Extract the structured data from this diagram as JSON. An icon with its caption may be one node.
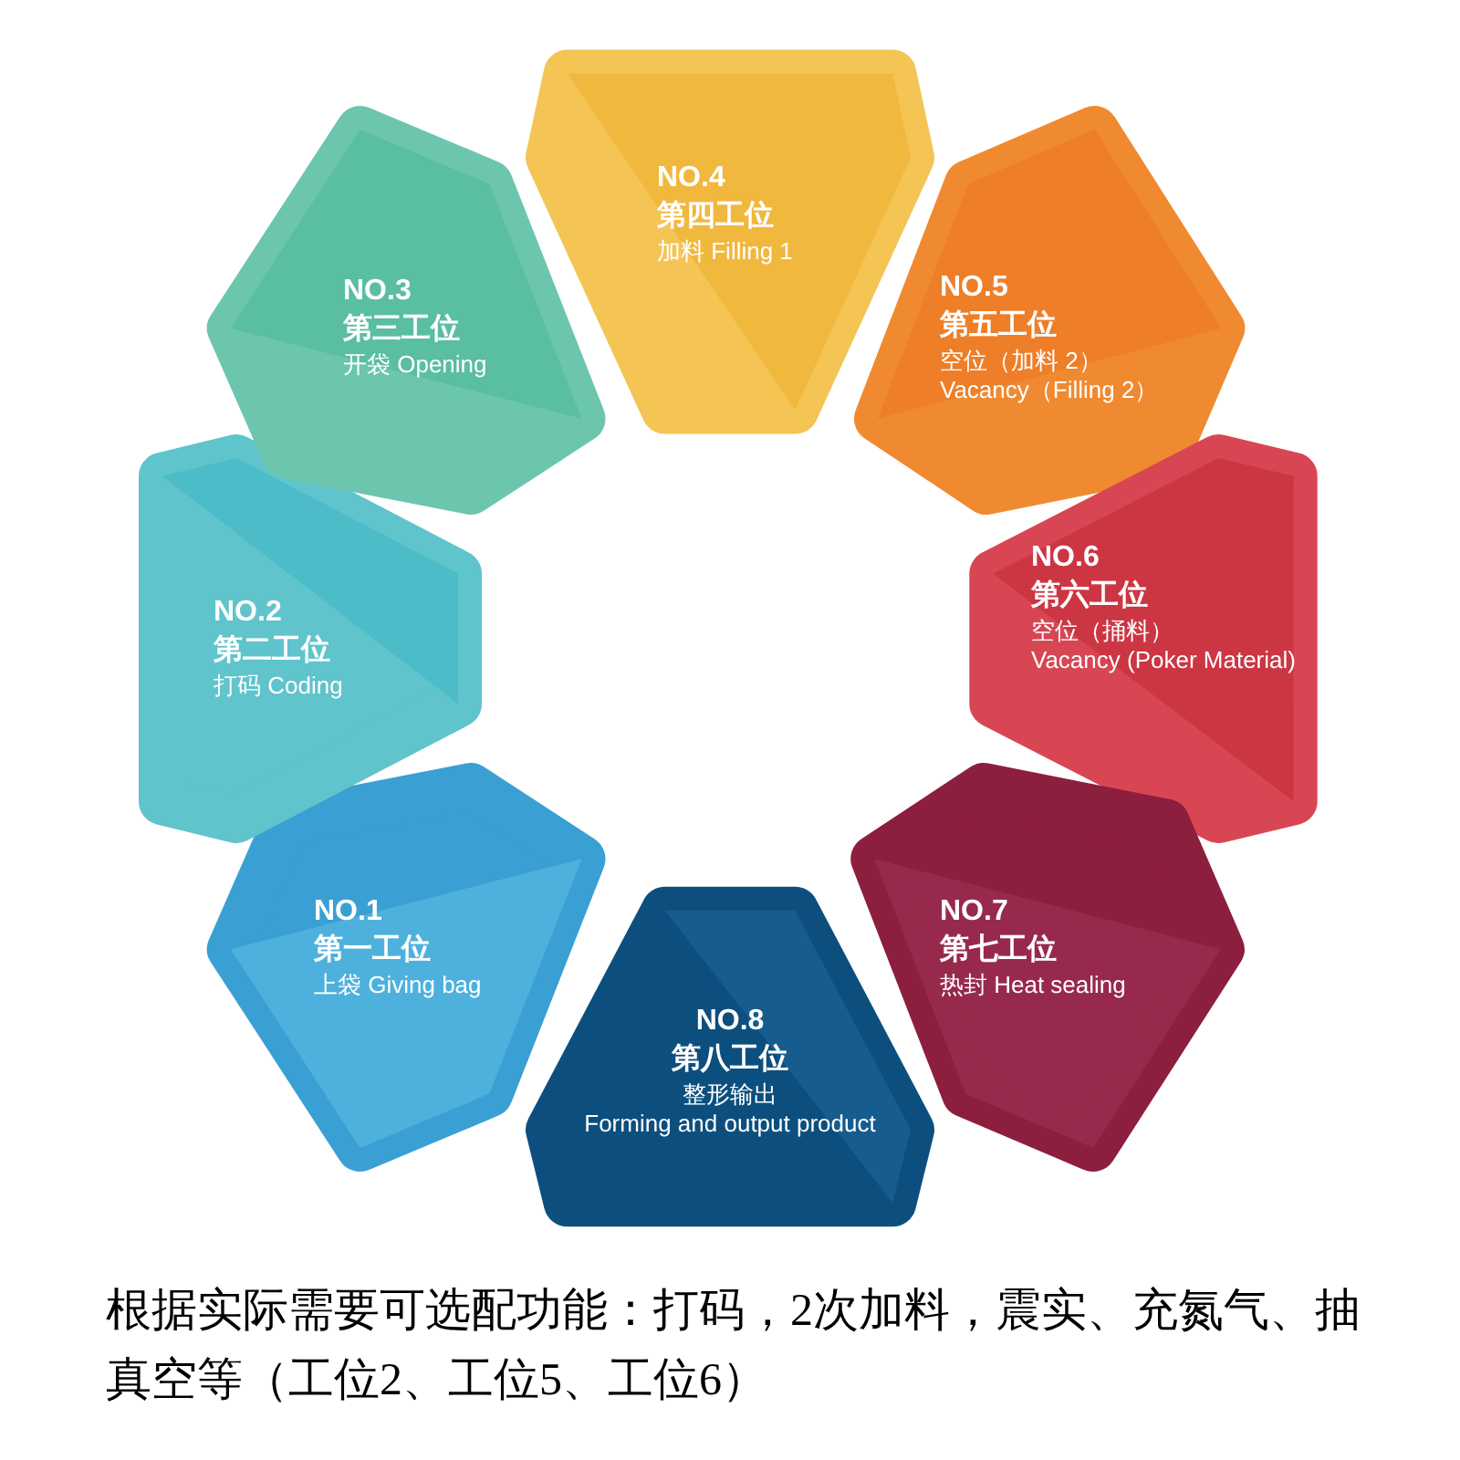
{
  "diagram": {
    "nodes": [
      {
        "text": [
          "NO.1",
          "第一工位",
          "上袋 Giving bag"
        ]
      },
      {
        "text": [
          "NO.2",
          "第二工位",
          "打码 Coding"
        ]
      },
      {
        "text": [
          "NO.3",
          "第三工位",
          "开袋 Opening"
        ]
      },
      {
        "text": [
          "NO.4",
          "第四工位",
          "加料 Filling 1"
        ]
      },
      {
        "text": [
          "NO.5",
          "第五工位",
          "空位（加料 2）",
          "Vacancy（Filling 2）"
        ]
      },
      {
        "text": [
          "NO.6",
          "第六工位",
          "空位（捅料）",
          "Vacancy (Poker Material)"
        ]
      },
      {
        "text": [
          "NO.7",
          "第七工位",
          "热封 Heat sealing"
        ]
      },
      {
        "text": [
          "NO.8",
          "第八工位",
          "整形输出",
          "Forming and output product"
        ]
      }
    ],
    "caption": "根据实际需要可选配功能：打码，2次加料，震实、充氮气、抽真空等（工位2、工位5、工位6）"
  }
}
